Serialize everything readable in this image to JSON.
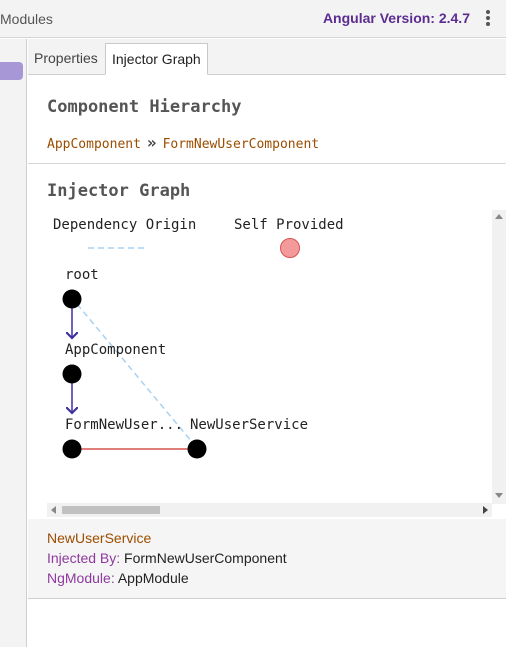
{
  "topbar": {
    "modules_label": "Modules",
    "version_label": "Angular Version: 2.4.7",
    "menu_icon": "more-vert-icon"
  },
  "tabs": [
    {
      "label": "Properties",
      "active": false
    },
    {
      "label": "Injector Graph",
      "active": true
    }
  ],
  "hierarchy": {
    "title": "Component Hierarchy",
    "breadcrumb": [
      "AppComponent",
      "FormNewUserComponent"
    ],
    "separator": "»"
  },
  "graph": {
    "title": "Injector Graph",
    "legend": {
      "dependency_origin": "Dependency Origin",
      "self_provided": "Self Provided"
    },
    "nodes": {
      "root": "root",
      "app": "AppComponent",
      "form": "FormNewUser...",
      "service": "NewUserService"
    },
    "colors": {
      "node": "#000000",
      "tree_edge": "#3d2f9e",
      "provider_edge": "#d9534f",
      "dependency_edge": "#a9d1f0",
      "self_provided_fill": "#f39a9a",
      "self_provided_stroke": "#d9534f"
    }
  },
  "details": {
    "service_name": "NewUserService",
    "injected_by_label": "Injected By:",
    "injected_by_value": "FormNewUserComponent",
    "ngmodule_label": "NgModule:",
    "ngmodule_value": "AppModule"
  }
}
